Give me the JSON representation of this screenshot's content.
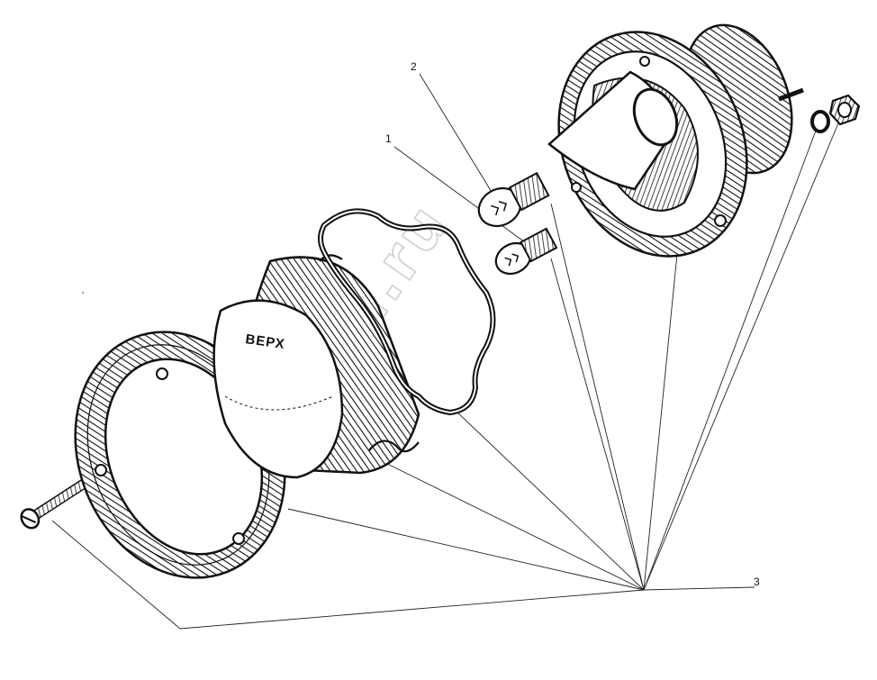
{
  "callouts": {
    "c1": "1",
    "c2": "2",
    "c3": "3"
  },
  "lens_marking": "ВЕРХ",
  "watermark": "zapkama.ru"
}
